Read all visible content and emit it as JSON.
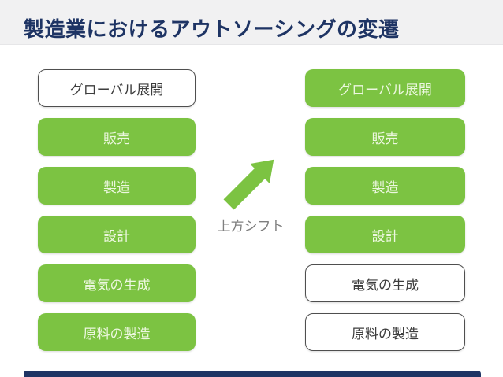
{
  "title": "製造業におけるアウトソーシングの変遷",
  "colors": {
    "title": "#1e3464",
    "header_background": "#f1f1f2",
    "green_box": "#7cc342",
    "green_box_text": "#ecf7df",
    "outline_box_border": "#4f4f4f",
    "outline_box_text": "#3d3d3d",
    "shift_label_text": "#7f7f7f",
    "bottom_bar": "#1e3464"
  },
  "left_column": {
    "items": [
      {
        "id": "global-expansion-left",
        "label": "グローバル展開",
        "style": "outline"
      },
      {
        "id": "sales-left",
        "label": "販売",
        "style": "green"
      },
      {
        "id": "manufacturing-left",
        "label": "製造",
        "style": "green"
      },
      {
        "id": "design-left",
        "label": "設計",
        "style": "green"
      },
      {
        "id": "electricity-generation-left",
        "label": "電気の生成",
        "style": "green"
      },
      {
        "id": "raw-material-manufacturing-left",
        "label": "原料の製造",
        "style": "green"
      }
    ]
  },
  "right_column": {
    "items": [
      {
        "id": "global-expansion-right",
        "label": "グローバル展開",
        "style": "green"
      },
      {
        "id": "sales-right",
        "label": "販売",
        "style": "green"
      },
      {
        "id": "manufacturing-right",
        "label": "製造",
        "style": "green"
      },
      {
        "id": "design-right",
        "label": "設計",
        "style": "green"
      },
      {
        "id": "electricity-generation-right",
        "label": "電気の生成",
        "style": "outline"
      },
      {
        "id": "raw-material-manufacturing-right",
        "label": "原料の製造",
        "style": "outline"
      }
    ]
  },
  "arrow": {
    "icon": "arrow-up-right-icon",
    "direction": "up-right",
    "label": "上方シフト"
  }
}
